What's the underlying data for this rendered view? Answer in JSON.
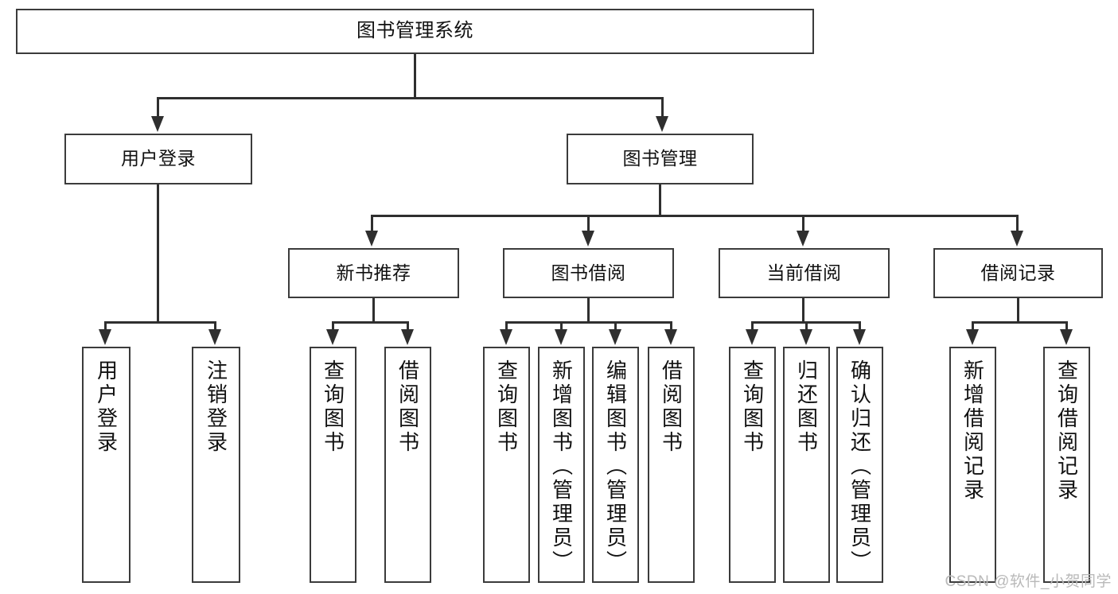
{
  "diagram": {
    "type": "tree-hierarchy-diagram",
    "title": "图书管理系统",
    "levels": 4,
    "root": {
      "id": "root",
      "label": "图书管理系统"
    },
    "level2": [
      {
        "id": "user-login",
        "label": "用户登录"
      },
      {
        "id": "book-manage",
        "label": "图书管理"
      }
    ],
    "level3": [
      {
        "id": "new-book-recommend",
        "label": "新书推荐",
        "parent": "book-manage"
      },
      {
        "id": "book-borrow",
        "label": "图书借阅",
        "parent": "book-manage"
      },
      {
        "id": "current-borrow",
        "label": "当前借阅",
        "parent": "book-manage"
      },
      {
        "id": "borrow-record",
        "label": "借阅记录",
        "parent": "book-manage"
      }
    ],
    "leaves": [
      {
        "id": "leaf-user-login",
        "label": "用户登录",
        "parent": "user-login"
      },
      {
        "id": "leaf-logout",
        "label": "注销登录",
        "parent": "user-login"
      },
      {
        "id": "leaf-query-book-1",
        "label": "查询图书",
        "parent": "new-book-recommend"
      },
      {
        "id": "leaf-borrow-book-1",
        "label": "借阅图书",
        "parent": "new-book-recommend"
      },
      {
        "id": "leaf-query-book-2",
        "label": "查询图书",
        "parent": "book-borrow"
      },
      {
        "id": "leaf-add-book",
        "label": "新增图书（管理员）",
        "parent": "book-borrow"
      },
      {
        "id": "leaf-edit-book",
        "label": "编辑图书（管理员）",
        "parent": "book-borrow"
      },
      {
        "id": "leaf-borrow-book-2",
        "label": "借阅图书",
        "parent": "book-borrow"
      },
      {
        "id": "leaf-query-book-3",
        "label": "查询图书",
        "parent": "current-borrow"
      },
      {
        "id": "leaf-return-book",
        "label": "归还图书",
        "parent": "current-borrow"
      },
      {
        "id": "leaf-confirm-return",
        "label": "确认归还（管理员）",
        "parent": "current-borrow"
      },
      {
        "id": "leaf-add-record",
        "label": "新增借阅记录",
        "parent": "borrow-record"
      },
      {
        "id": "leaf-query-record",
        "label": "查询借阅记录",
        "parent": "borrow-record"
      }
    ],
    "watermark": "CSDN @软件_小贺同学",
    "colors": {
      "background": "#ffffff",
      "box_border": "#3b3b3b",
      "box_fill": "#ffffff",
      "connector": "#2f2f2f",
      "text": "#111111",
      "watermark": "#b9b9b9"
    }
  }
}
